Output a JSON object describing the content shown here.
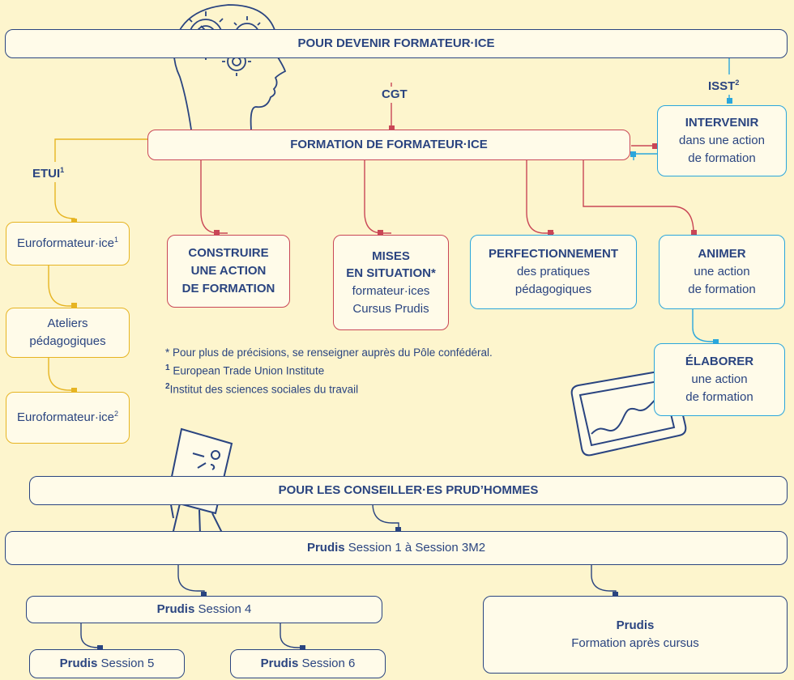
{
  "top": {
    "title": "POUR DEVENIR FORMATEUR·ICE"
  },
  "labels": {
    "cgt": "CGT",
    "isst": "ISST",
    "isst_sup": "2",
    "etui": "ETUI",
    "etui_sup": "1"
  },
  "formation": {
    "title": "FORMATION DE FORMATEUR·ICE"
  },
  "intervenir": {
    "line1": "INTERVENIR",
    "line2": "dans une action",
    "line3": "de formation"
  },
  "construire": {
    "line1": "CONSTRUIRE",
    "line2": "UNE ACTION",
    "line3": "DE FORMATION"
  },
  "mises": {
    "line1": "MISES",
    "line2": "EN SITUATION*",
    "line3": "formateur·ices",
    "line4": "Cursus Prudis"
  },
  "perfectionnement": {
    "line1": "PERFECTIONNEMENT",
    "line2": "des pratiques",
    "line3": "pédagogiques"
  },
  "animer": {
    "line1": "ANIMER",
    "line2": "une action",
    "line3": "de formation"
  },
  "elaborer": {
    "line1": "ÉLABORER",
    "line2": "une action",
    "line3": "de formation"
  },
  "euro1": {
    "text": "Euroformateur·ice",
    "sup": "1"
  },
  "ateliers": {
    "line1": "Ateliers",
    "line2": "pédagogiques"
  },
  "euro2": {
    "text": "Euroformateur·ice",
    "sup": "2"
  },
  "notes": {
    "star": "* Pour plus de précisions, se renseigner auprès du Pôle confédéral.",
    "n1_sup": "1",
    "n1": "European Trade Union Institute",
    "n2_sup": "2",
    "n2": "Institut des sciences sociales du travail"
  },
  "prud": {
    "title": "POUR LES CONSEILLER·ES PRUD’HOMMES"
  },
  "prudis": {
    "brand": "Prudis",
    "s1": "Session 1 à Session 3M2",
    "s4": "Session 4",
    "s5": "Session 5",
    "s6": "Session 6",
    "apres": "Formation après cursus"
  },
  "colors": {
    "navy": "#2a4480",
    "red": "#c94656",
    "blue": "#2aa6dc",
    "yellow": "#e6b422",
    "background": "#fdf5cd"
  }
}
